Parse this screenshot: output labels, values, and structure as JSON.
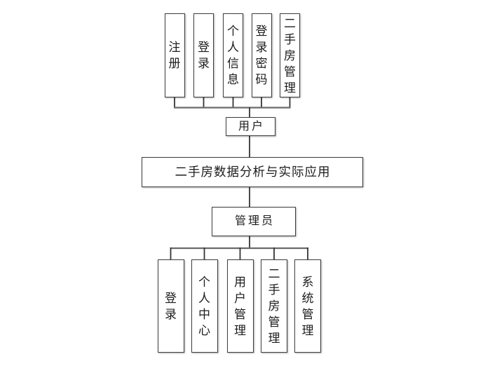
{
  "colors": {
    "background": "#ffffff",
    "box_fill": "#ffffff",
    "box_border": "#3d3d3d",
    "bus_line": "#6a6a6a",
    "drop_line": "#333333",
    "text": "#1c1c1c"
  },
  "diagram": {
    "title": "二手房数据分析与实际应用",
    "user_branch": {
      "parent": "用户",
      "children": [
        "注册",
        "登录",
        "个人信息",
        "登录密码",
        "二手房管理"
      ]
    },
    "admin_branch": {
      "parent": "管理员",
      "children": [
        "登录",
        "个人中心",
        "用户管理",
        "二手房管理",
        "系统管理"
      ]
    }
  }
}
